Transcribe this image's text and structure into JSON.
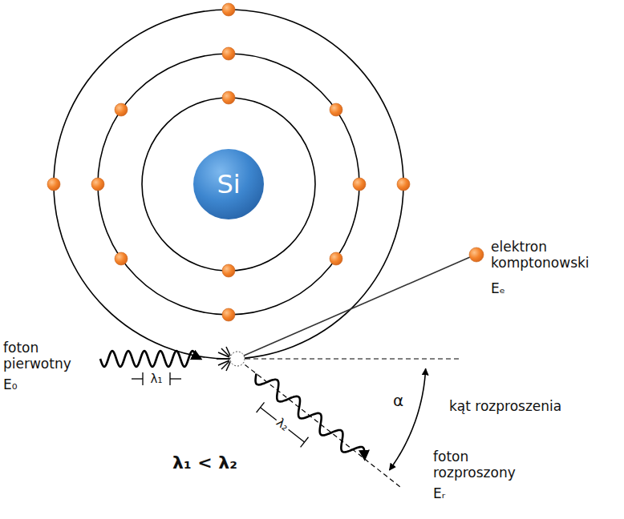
{
  "diagram": {
    "nodes": [
      {
        "text": [
          "Si"
        ]
      }
    ],
    "labels": [
      "elektron komptonowski",
      "Eₑ",
      "foton pierwotny",
      "E₀",
      "λ₁",
      "α",
      "kąt rozproszenia",
      "λ₂",
      "λ₁ < λ₂",
      "foton rozproszony",
      "Eᵣ"
    ]
  }
}
